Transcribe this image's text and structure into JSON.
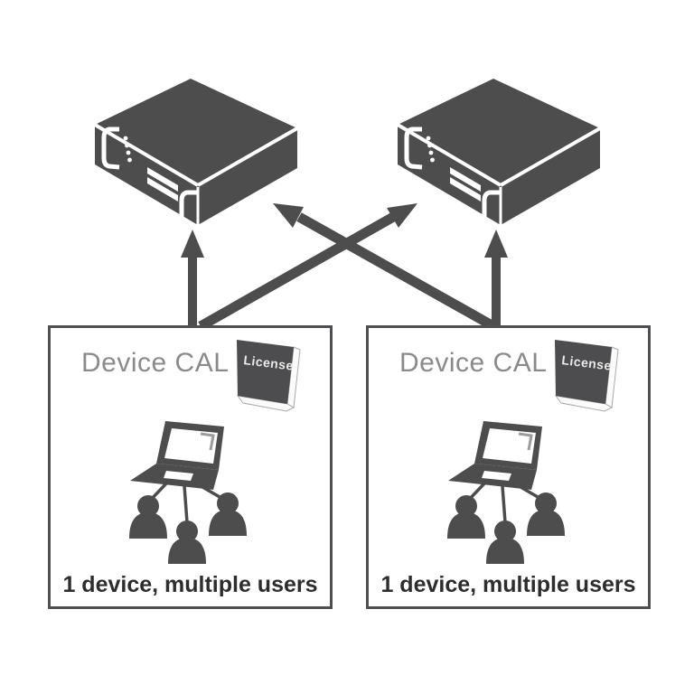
{
  "diagram": {
    "background_color": "#ffffff",
    "icon_color": "#4d4d4d",
    "box_border_color": "#4f4f51",
    "title_color": "#8a8a8a",
    "caption_color": "#2d2d2d",
    "servers": [
      {
        "icon": "rack-server"
      },
      {
        "icon": "rack-server"
      }
    ],
    "arrows": [
      {
        "from": "left-box",
        "to": "left-server",
        "style": "vertical"
      },
      {
        "from": "right-box",
        "to": "right-server",
        "style": "vertical"
      },
      {
        "from": "left-box",
        "to": "right-server",
        "style": "diagonal"
      },
      {
        "from": "right-box",
        "to": "left-server",
        "style": "diagonal"
      }
    ],
    "cal_boxes": [
      {
        "title": "Device CAL",
        "license_label": "License",
        "caption": "1 device, multiple users"
      },
      {
        "title": "Device CAL",
        "license_label": "License",
        "caption": "1 device, multiple users"
      }
    ]
  }
}
